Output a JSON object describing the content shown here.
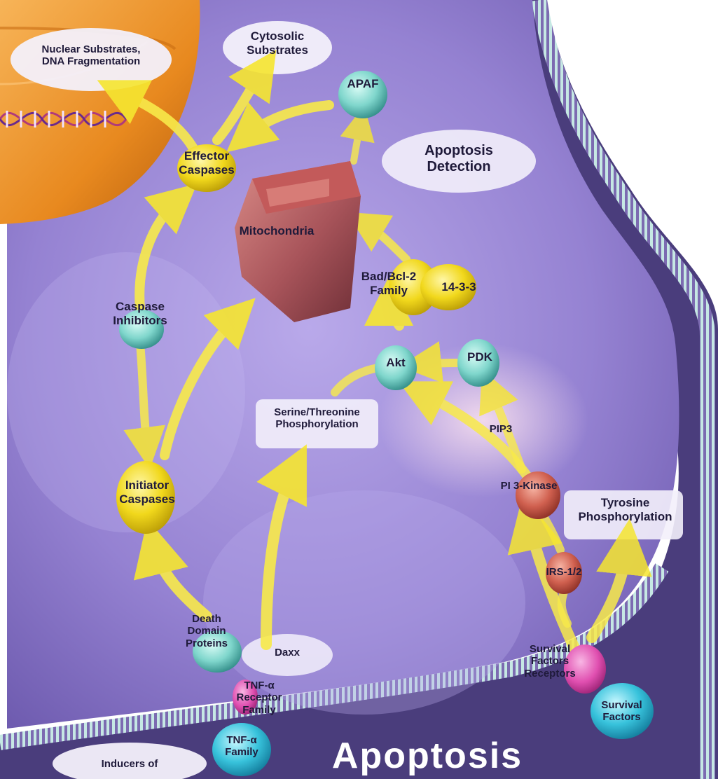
{
  "title": "Apoptosis",
  "labels": {
    "nuclear_substrates": "Nuclear Substrates,\nDNA Fragmentation",
    "cytosolic_substrates": "Cytosolic\nSubstrates",
    "apaf": "APAF",
    "apoptosis_detection": "Apoptosis\nDetection",
    "effector_caspases": "Effector\nCaspases",
    "mitochondria": "Mitochondria",
    "bad_bcl2": "Bad/Bcl-2\nFamily",
    "protein_14_3_3": "14-3-3",
    "caspase_inhibitors": "Caspase\nInhibitors",
    "akt": "Akt",
    "pdk": "PDK",
    "ser_thr": "Serine/Threonine\nPhosphorylation",
    "pip3": "PIP3",
    "initiator_caspases": "Initiator\nCaspases",
    "pi3_kinase": "PI 3-Kinase",
    "tyrosine_phos": "Tyrosine\nPhosphorylation",
    "irs": "IRS-1/2",
    "death_domain": "Death\nDomain\nProteins",
    "daxx": "Daxx",
    "survival_receptors": "Survival\nFactors\nReceptors",
    "tnf_receptor": "TNF-α\nReceptor\nFamily",
    "survival_factors": "Survival\nFactors",
    "tnf_family": "TNF-α\nFamily",
    "inducers": "Inducers of"
  },
  "colors": {
    "cytoplasm": "#9a86d4",
    "membrane": "#5a4a8c",
    "membrane_stripe": "#bfe3e2",
    "nucleus": "#e8891f",
    "caspase_yellow": "#f5de1c",
    "teal_protein": "#7fd6cc",
    "red_protein": "#d0604f",
    "pink_receptor": "#e04fb0",
    "mitochondria": "#a8545a",
    "arrow": "#f8ec7a",
    "label_bubble": "#f1eefa"
  }
}
